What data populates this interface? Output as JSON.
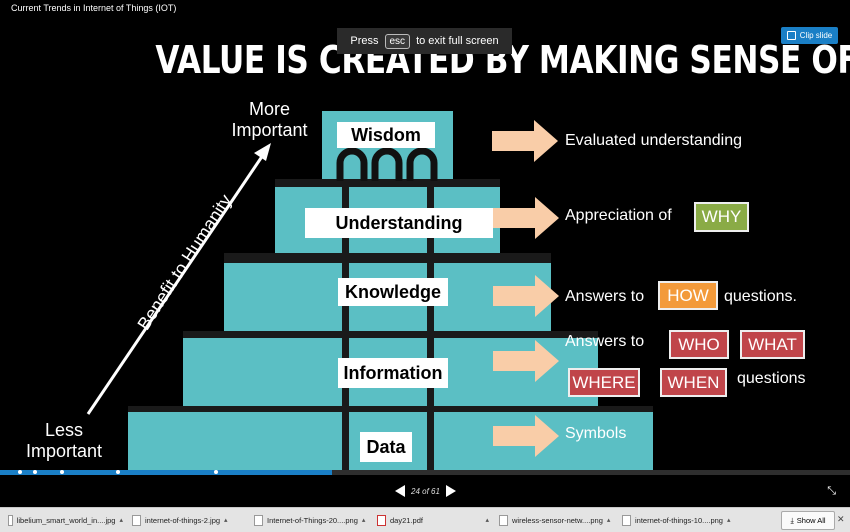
{
  "window": {
    "title": "Current Trends in Internet of Things (IOT)"
  },
  "overlay": {
    "press": "Press",
    "key": "esc",
    "rest": "to exit full screen",
    "clip_label": "Clip slide"
  },
  "slide": {
    "title": "VALUE IS CREATED BY MAKING SENSE OF DATA",
    "more_important": "More\nImportant",
    "less_important": "Less\nImportant",
    "axis_label": "Benefit to Humanity",
    "levels": [
      "Wisdom",
      "Understanding",
      "Knowledge",
      "Information",
      "Data"
    ],
    "descriptions": {
      "wisdom": "Evaluated understanding",
      "understanding": "Appreciation of",
      "knowledge_pre": "Answers to",
      "knowledge_post": "questions.",
      "information_pre": "Answers to",
      "information_post": "questions",
      "data": "Symbols"
    },
    "tags": {
      "why": "WHY",
      "how": "HOW",
      "who": "WHO",
      "what": "WHAT",
      "where": "WHERE",
      "when": "WHEN"
    },
    "colors": {
      "teal": "#5bbfc4",
      "arrow": "#f9cda8",
      "green": "#8aab46",
      "orange": "#f39a3a",
      "red": "#c0454a"
    }
  },
  "player": {
    "page_indicator": "24 of 61",
    "progress_fraction": 0.39
  },
  "downloads": {
    "items": [
      "libelium_smart_world_in....jpg",
      "internet-of-things-2.jpg",
      "Internet-of-Things-20....png",
      "day21.pdf",
      "wireless-sensor-netw....png",
      "internet-of-things-10....png"
    ],
    "show_all": "Show All"
  }
}
